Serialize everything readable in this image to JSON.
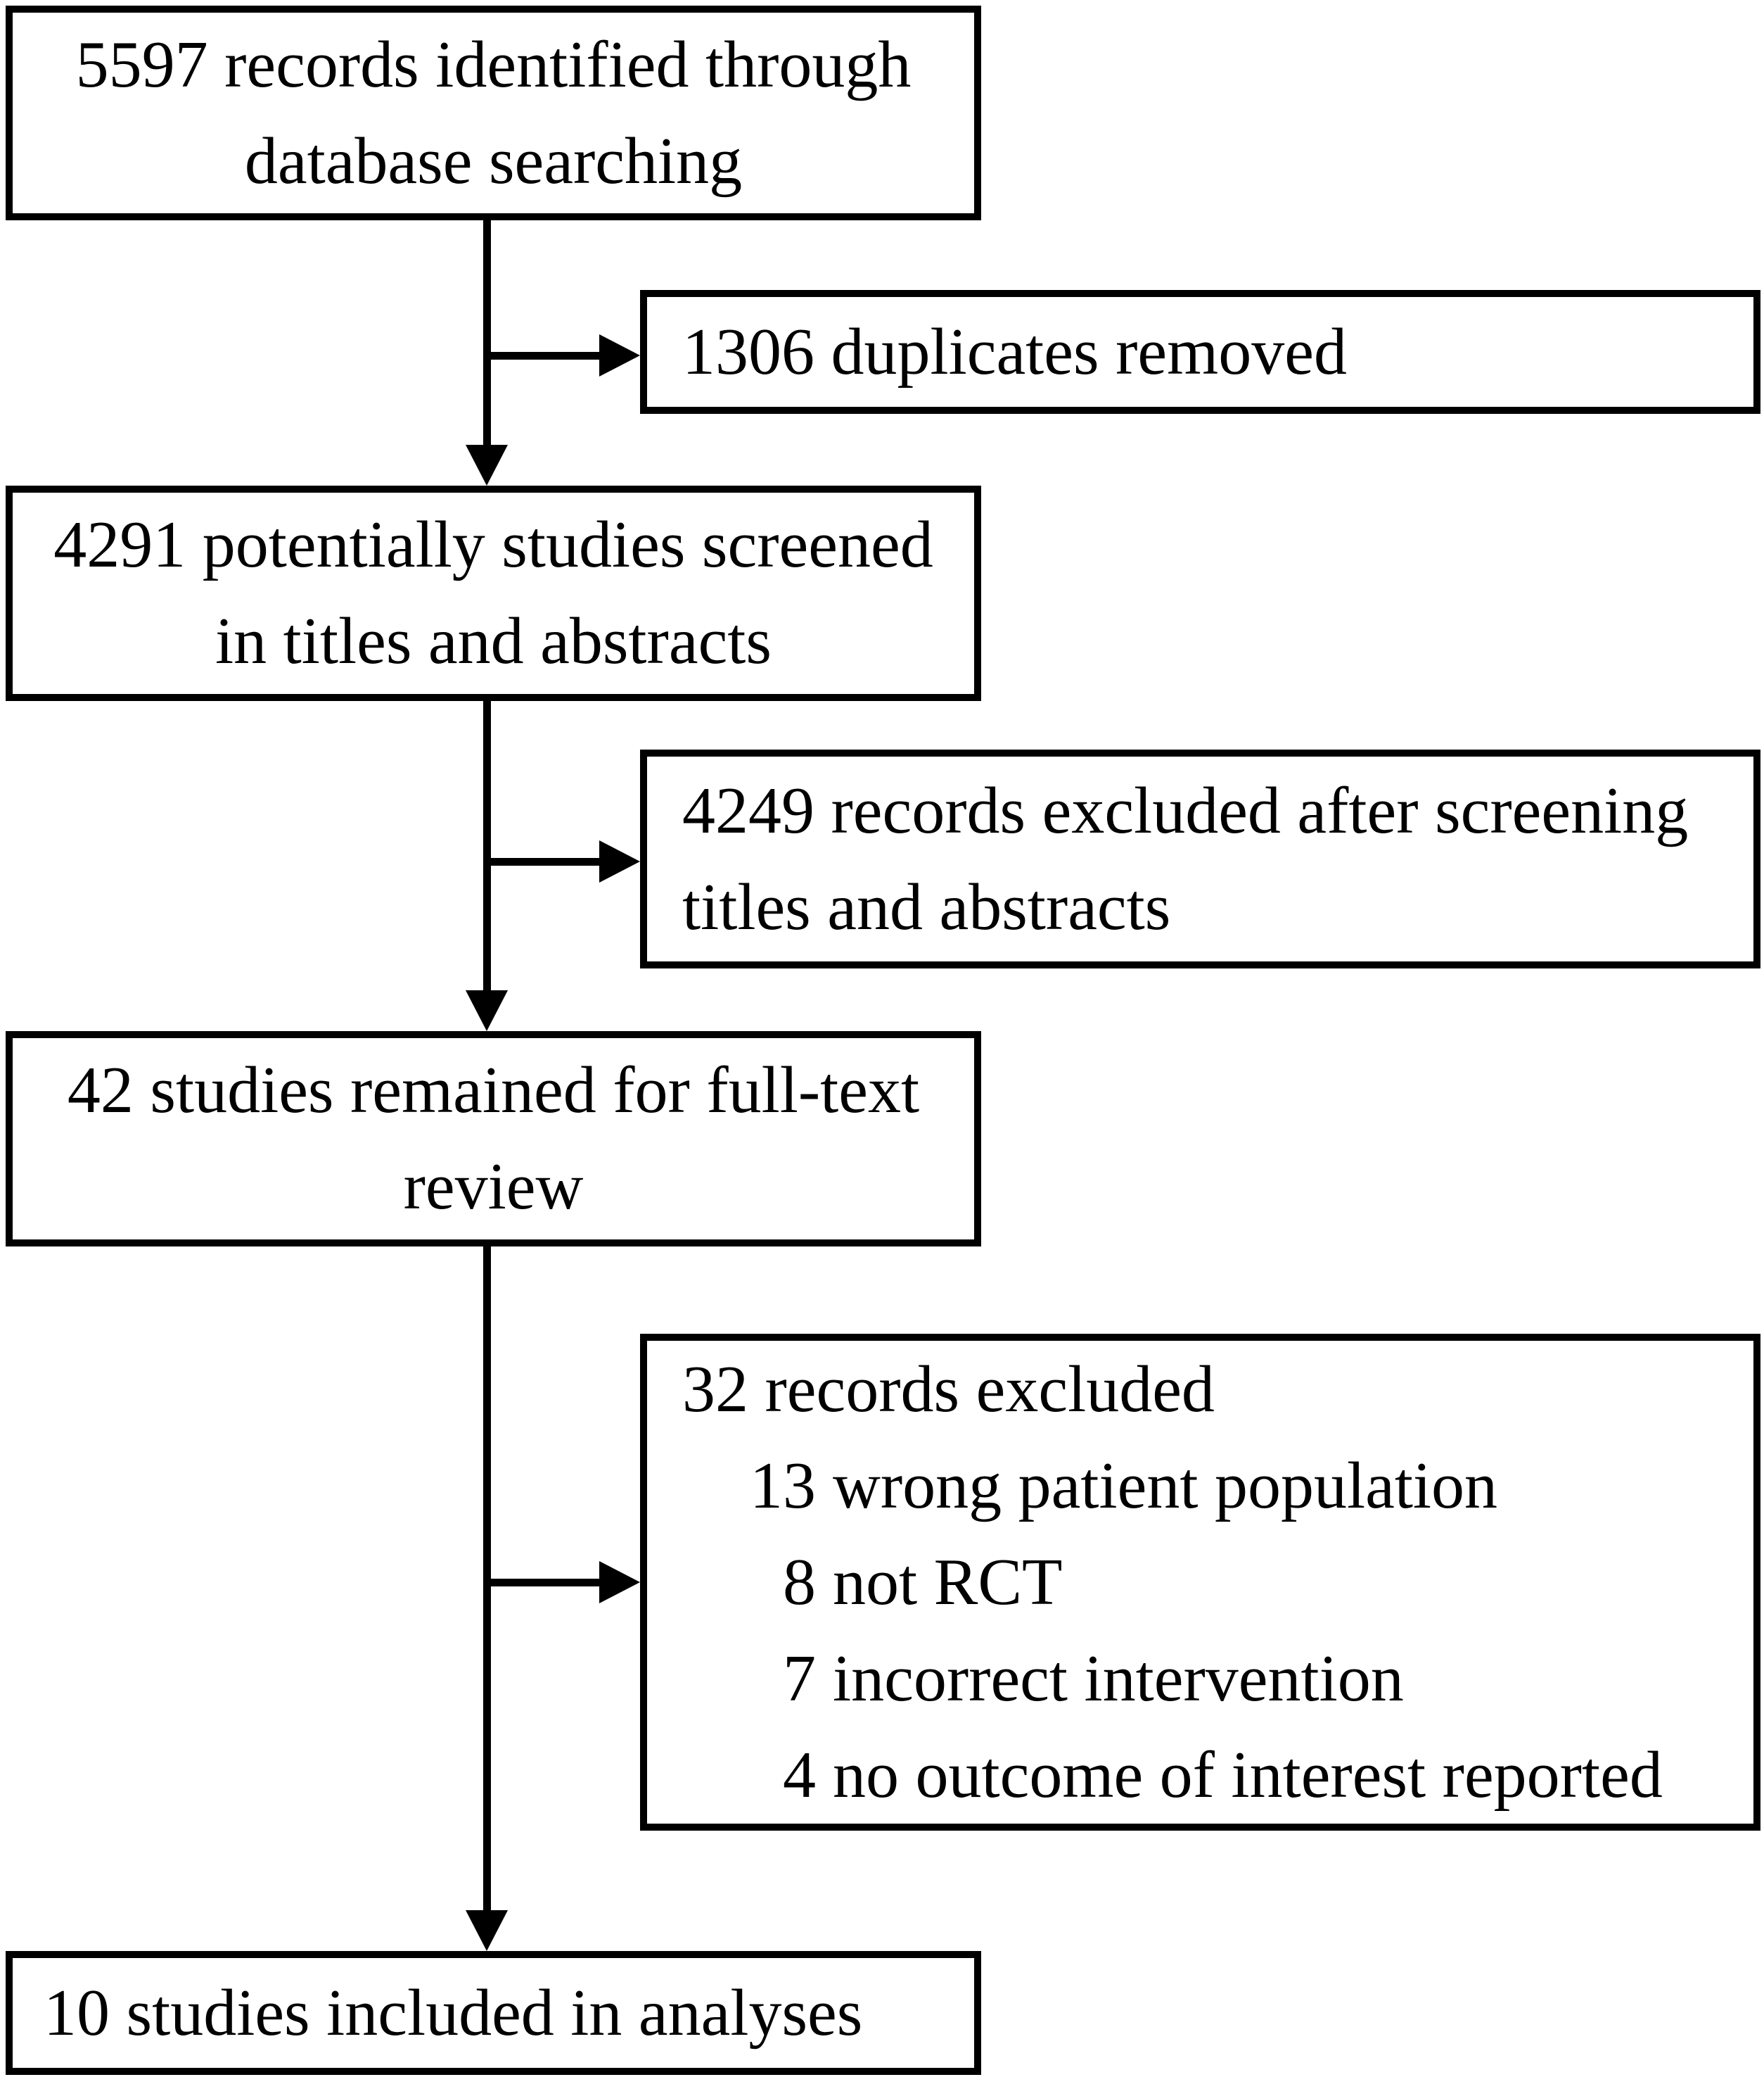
{
  "diagram": {
    "type": "prisma-flowchart",
    "colors": {
      "line": "#000000",
      "text": "#000000",
      "background": "#ffffff"
    },
    "boxes": {
      "identified": {
        "line1": "5597 records identified through",
        "line2": "database searching"
      },
      "duplicates": {
        "line1": "1306 duplicates removed"
      },
      "screened": {
        "line1": "4291 potentially studies screened",
        "line2": "in titles and abstracts"
      },
      "excluded_screening": {
        "line1": "4249 records excluded after screening",
        "line2": "titles and abstracts"
      },
      "fulltext": {
        "line1": "42 studies remained for full-text",
        "line2": "review"
      },
      "excluded_fulltext": {
        "title": "32 records excluded",
        "reasons": [
          {
            "count": "13",
            "label": "wrong patient population"
          },
          {
            "count": "8",
            "label": "not RCT"
          },
          {
            "count": "7",
            "label": "incorrect intervention"
          },
          {
            "count": "4",
            "label": "no outcome of interest reported"
          }
        ]
      },
      "included": {
        "line1": "10 studies included in analyses"
      }
    }
  }
}
